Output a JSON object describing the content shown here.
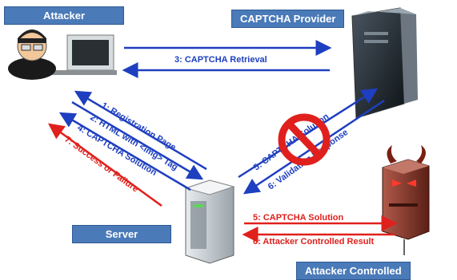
{
  "nodes": {
    "attacker": "Attacker",
    "captcha_provider": "CAPTCHA Provider",
    "server": "Server",
    "attacker_controlled": "Attacker Controlled"
  },
  "flows": {
    "step3": "3: CAPTCHA Retrieval",
    "step1": "1: Registration Page",
    "step2": "2: HTML with <img> Tag",
    "step4": "4: CAPTCHA Solution",
    "step7": "7: Success or Failure",
    "step5_provider": "5:  CAPTCHA Solution",
    "step6_provider": "6: Validation Response",
    "step5_attacker": "5:  CAPTCHA Solution",
    "step6_attacker": "6: Attacker Controlled Result"
  },
  "colors": {
    "label_bg": "#4a7ab8",
    "blue_arrow": "#1e3fbf",
    "red_arrow": "#e0201c"
  }
}
